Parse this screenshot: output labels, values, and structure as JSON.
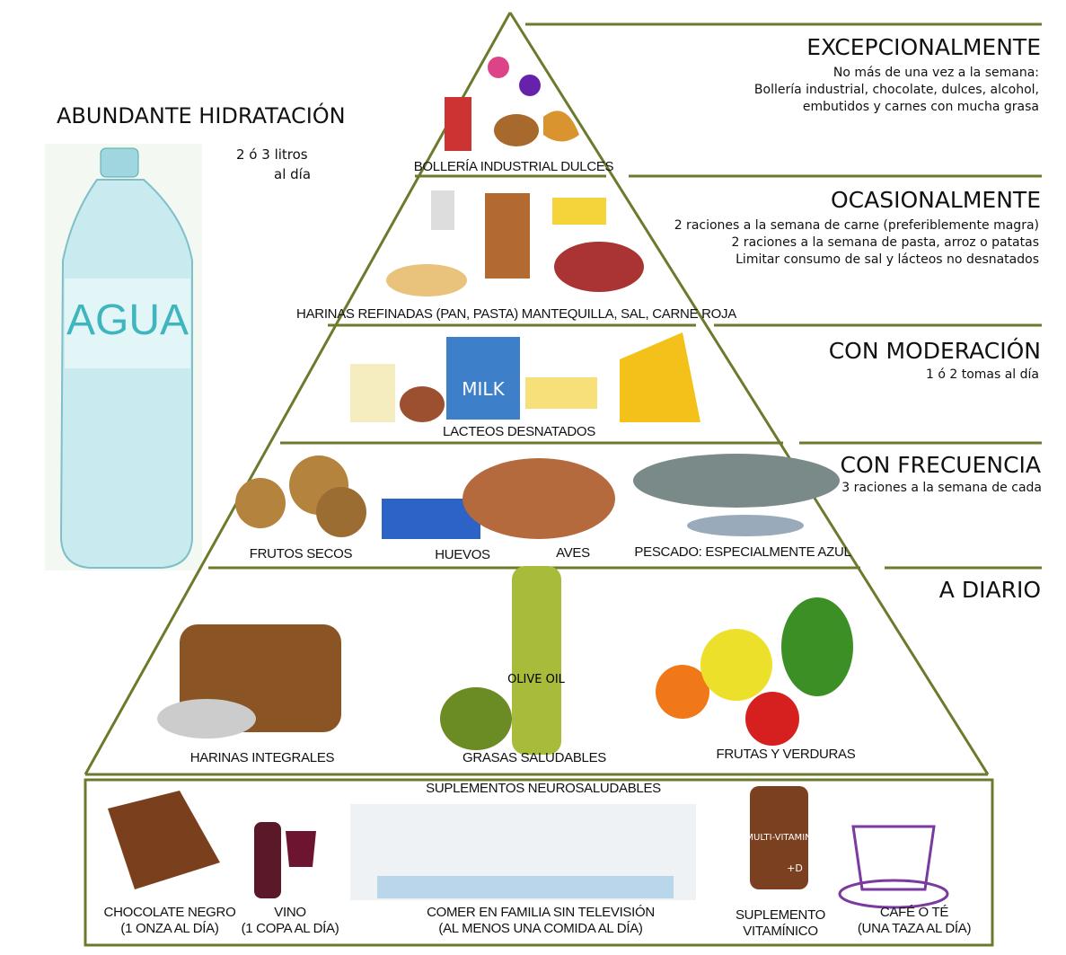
{
  "colors": {
    "line": "#6b7a2c",
    "water": "#bfe6ec",
    "agua_text": "#3fb6bd"
  },
  "hydration": {
    "title": "ABUNDANTE HIDRATACIÓN",
    "amount_line1": "2 ó 3 litros",
    "amount_line2": "al día",
    "bottle_label": "AGUA"
  },
  "tiers": [
    {
      "heading": "EXCEPCIONALMENTE",
      "lines": [
        "No más de una vez a la semana:",
        "Bollería industrial, chocolate, dulces, alcohol,",
        "embutidos y carnes con mucha grasa"
      ],
      "labels": [
        "BOLLERÍA INDUSTRIAL DULCES"
      ]
    },
    {
      "heading": "OCASIONALMENTE",
      "lines": [
        "2 raciones a la semana de carne (preferiblemente magra)",
        "2 raciones a la semana de pasta, arroz o patatas",
        "Limitar consumo de sal y lácteos no desnatados"
      ],
      "labels": [
        "HARINAS REFINADAS (PAN, PASTA) MANTEQUILLA, SAL, CARNE ROJA"
      ]
    },
    {
      "heading": "CON MODERACIÓN",
      "lines": [
        "1 ó 2 tomas al día"
      ],
      "labels": [
        "LACTEOS DESNATADOS"
      ]
    },
    {
      "heading": "CON FRECUENCIA",
      "lines": [
        "3 raciones a la semana de cada"
      ],
      "labels": [
        "FRUTOS SECOS",
        "HUEVOS",
        "AVES",
        "PESCADO: ESPECIALMENTE AZUL"
      ]
    },
    {
      "heading": "A DIARIO",
      "lines": [],
      "labels": [
        "HARINAS INTEGRALES",
        "GRASAS SALUDABLES",
        "FRUTAS Y VERDURAS"
      ]
    }
  ],
  "supplements": {
    "title": "SUPLEMENTOS NEUROSALUDABLES",
    "items": [
      {
        "line1": "CHOCOLATE NEGRO",
        "line2": "(1 ONZA AL DÍA)"
      },
      {
        "line1": "VINO",
        "line2": "(1 COPA AL DÍA)"
      },
      {
        "line1": "COMER EN FAMILIA SIN TELEVISIÓN",
        "line2": "(AL MENOS UNA COMIDA AL DÍA)"
      },
      {
        "line1": "SUPLEMENTO",
        "line2": "VITAMÍNICO"
      },
      {
        "line1": "CAFÉ O TÉ",
        "line2": "(UNA TAZA AL DÍA)"
      }
    ]
  },
  "illustration_text": {
    "milk": "MILK",
    "olive_oil": "OLIVE OIL",
    "multivitamin": "MULTI-VITAMIN",
    "vitamin_d": "+D"
  }
}
